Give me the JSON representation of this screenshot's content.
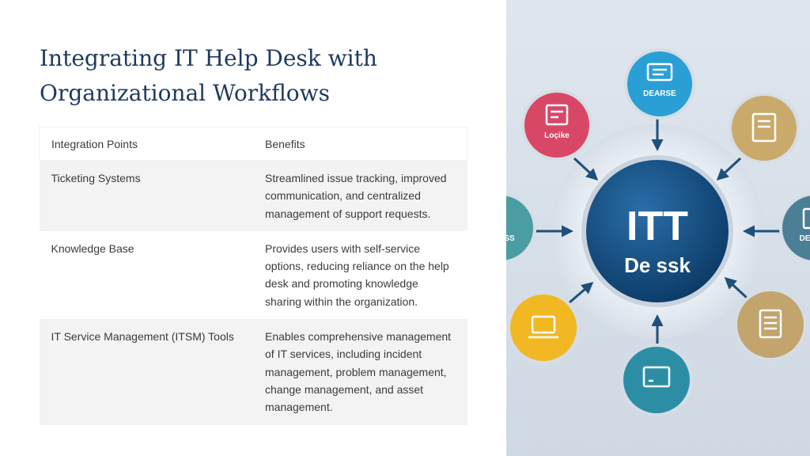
{
  "title": "Integrating IT Help Desk with Organizational Workflows",
  "table": {
    "headers": [
      "Integration Points",
      "Benefits"
    ],
    "rows": [
      {
        "point": "Ticketing Systems",
        "benefit": "Streamlined issue tracking, improved communication, and centralized management of support requests."
      },
      {
        "point": "Knowledge Base",
        "benefit": "Provides users with self-service options, reducing reliance on the help desk and promoting knowledge sharing within the organization."
      },
      {
        "point": "IT Service Management (ITSM) Tools",
        "benefit": "Enables comprehensive management of IT services, including incident management, problem management, change management, and asset management."
      }
    ]
  },
  "illustration": {
    "hub_line1": "ITT",
    "hub_line2": "De ssk",
    "node_labels": {
      "top": "DEARSE",
      "top_left": "Loçike",
      "left": "SS",
      "right": "DEPA"
    },
    "colors": {
      "title": "#1e3a5f",
      "hub": "#124a7c",
      "top": "#2a9fd6",
      "top_left": "#d94767",
      "top_right": "#c9aa6a",
      "left": "#4a9ea3",
      "right": "#4a7f95",
      "bottom_left": "#f2b824",
      "bottom": "#2c8ea5",
      "bottom_right": "#c3a46d"
    }
  }
}
